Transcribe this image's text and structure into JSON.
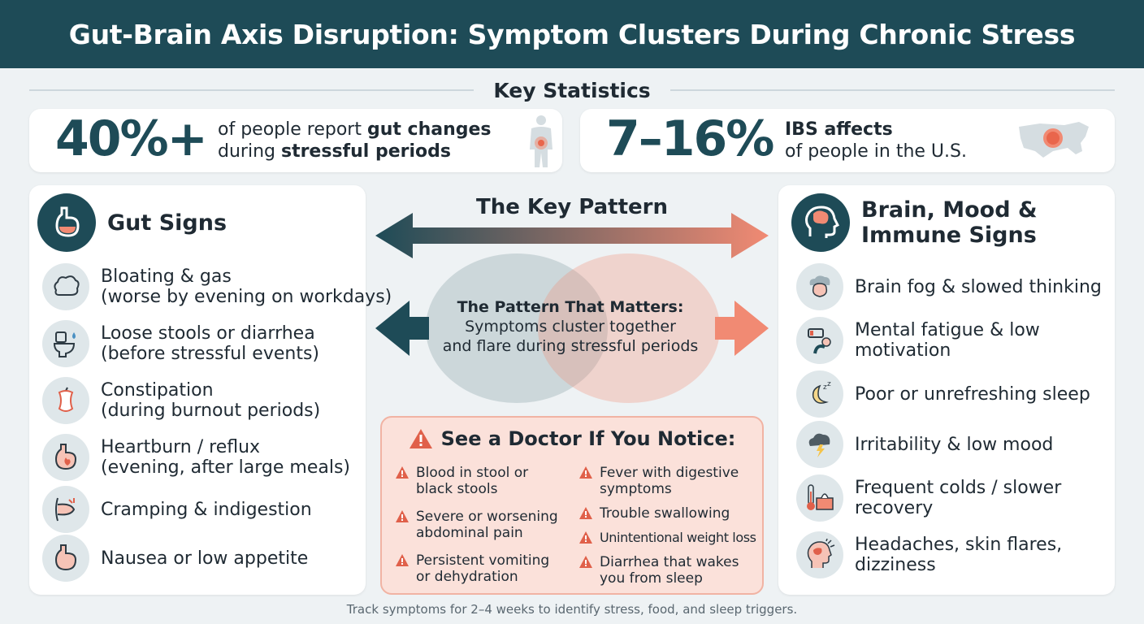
{
  "title": "Gut-Brain Axis Disruption: Symptom Clusters During Chronic Stress",
  "stats": {
    "heading": "Key Statistics",
    "left": {
      "value": "40%+",
      "line1_pre": "of people report ",
      "line1_bold": "gut changes",
      "line2_pre": "during ",
      "line2_bold": "stressful periods",
      "icon": "human-body-icon"
    },
    "right": {
      "value": "7–16%",
      "line1_bold": "IBS affects",
      "line2": "of people in the U.S.",
      "icon": "us-map-icon"
    }
  },
  "gut": {
    "title": "Gut Signs",
    "items": [
      {
        "line1": "Bloating & gas",
        "line2": "(worse by evening on workdays)",
        "icon": "gas-cloud-icon"
      },
      {
        "line1": "Loose stools or diarrhea",
        "line2": "(before stressful events)",
        "icon": "toilet-icon"
      },
      {
        "line1": "Constipation",
        "line2": "(during burnout periods)",
        "icon": "apple-core-icon"
      },
      {
        "line1": "Heartburn / reflux",
        "line2": "(evening, after large meals)",
        "icon": "stomach-fire-icon"
      },
      {
        "line1": "Cramping & indigestion",
        "line2": "",
        "icon": "belly-cramp-icon"
      },
      {
        "line1": "Nausea or low appetite",
        "line2": "",
        "icon": "stomach-icon"
      }
    ]
  },
  "brain": {
    "title_line1": "Brain, Mood &",
    "title_line2": "Immune Signs",
    "items": [
      {
        "line1": "Brain fog & slowed thinking",
        "line2": "",
        "icon": "brain-cloud-icon"
      },
      {
        "line1": "Mental fatigue & low",
        "line2": "motivation",
        "icon": "low-battery-icon"
      },
      {
        "line1": "Poor or unrefreshing sleep",
        "line2": "",
        "icon": "moon-sleep-icon"
      },
      {
        "line1": "Irritability & low mood",
        "line2": "",
        "icon": "storm-cloud-icon"
      },
      {
        "line1": "Frequent colds / slower",
        "line2": "recovery",
        "icon": "thermometer-tissue-icon"
      },
      {
        "line1": "Headaches, skin flares,",
        "line2": "dizziness",
        "icon": "head-ache-icon"
      }
    ]
  },
  "center": {
    "title": "The Key Pattern",
    "venn_title": "The Pattern That Matters:",
    "venn_line1": "Symptoms cluster together",
    "venn_line2": "and flare during stressful periods"
  },
  "doctor": {
    "title": "See a Doctor If You Notice:",
    "left_items": [
      {
        "line1": "Blood in stool or",
        "line2": "black stools"
      },
      {
        "line1": "Severe or worsening",
        "line2": "abdominal pain"
      },
      {
        "line1": "Persistent vomiting",
        "line2": "or dehydration"
      }
    ],
    "right_items": [
      {
        "line1": "Fever with digestive",
        "line2": "symptoms"
      },
      {
        "line1": "Trouble swallowing",
        "line2": ""
      },
      {
        "line1": "Unintentional weight loss",
        "line2": ""
      },
      {
        "line1": "Diarrhea that wakes",
        "line2": "you from sleep"
      }
    ]
  },
  "footer": "Track symptoms for 2–4 weeks to identify stress, food, and sleep triggers.",
  "colors": {
    "teal": "#1e4b57",
    "coral": "#f18a73",
    "bg": "#eef2f4",
    "warn": "#e0604a"
  }
}
